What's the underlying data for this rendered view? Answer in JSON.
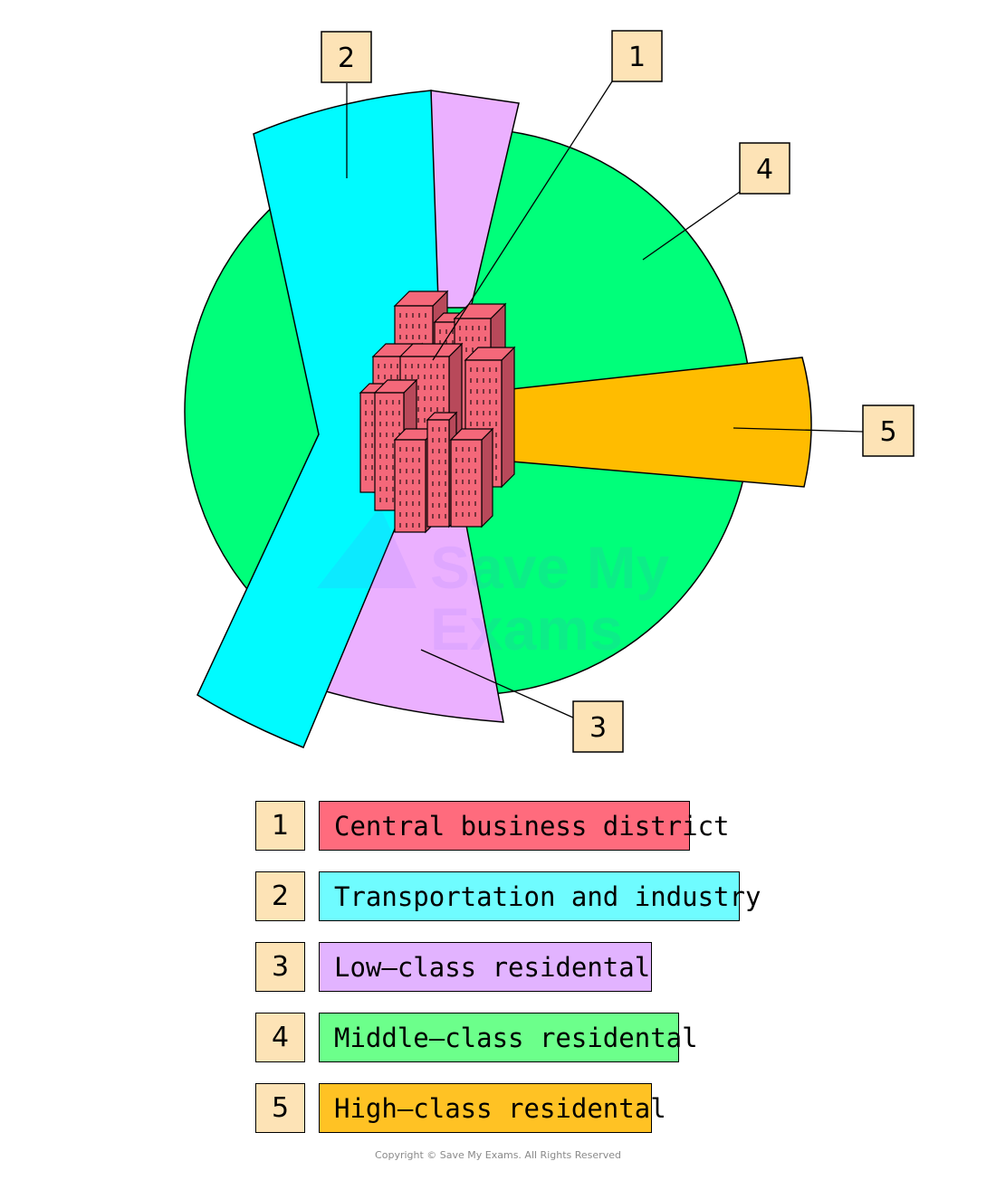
{
  "zones": [
    {
      "number": "1",
      "label": "Central business district",
      "color": "#ff6b7d"
    },
    {
      "number": "2",
      "label": "Transportation and industry",
      "color": "#6ffcff"
    },
    {
      "number": "3",
      "label": "Low–class residental",
      "color": "#e2b3ff"
    },
    {
      "number": "4",
      "label": "Middle–class residental",
      "color": "#6cff8b"
    },
    {
      "number": "5",
      "label": "High–class residental",
      "color": "#ffc224"
    }
  ],
  "diagram_colors": {
    "transport": "#00fbff",
    "low_class": "#ebb0ff",
    "middle_class": "#00ff7a",
    "high_class": "#ffbc00",
    "cbd_front": "#f4687a",
    "cbd_side": "#b8495a",
    "callout_fill": "#fde3b6"
  },
  "watermark": {
    "line1": "Save My",
    "line2": "Exams"
  },
  "copyright": "Copyright © Save My Exams. All Rights Reserved"
}
